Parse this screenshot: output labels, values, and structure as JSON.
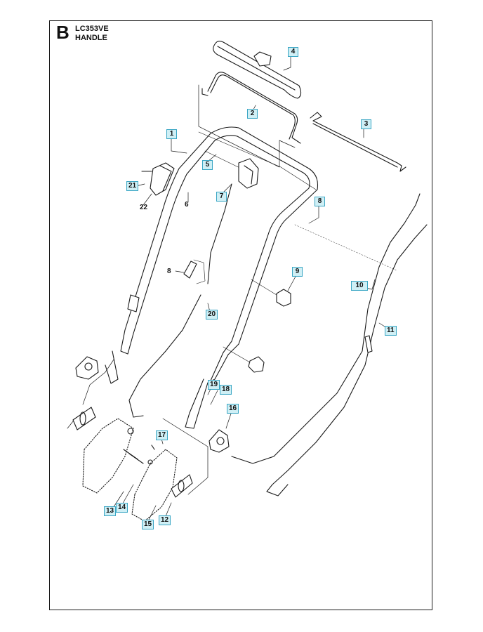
{
  "header": {
    "section": "B",
    "model": "LC353VE",
    "title": "HANDLE"
  },
  "callouts": {
    "c1": "1",
    "c2": "2",
    "c3": "3",
    "c4": "4",
    "c5": "5",
    "c6": "6",
    "c7": "7",
    "c8a": "8",
    "c8b": "8",
    "c9": "9",
    "c10": "10",
    "c11": "11",
    "c12": "12",
    "c13": "13",
    "c14": "14",
    "c15": "15",
    "c16": "16",
    "c17": "17",
    "c18": "18",
    "c19": "19",
    "c20": "20",
    "c21": "21",
    "c22": "22"
  },
  "colors": {
    "callout_fill": "#cfeff5",
    "callout_border": "#3aa6c4",
    "line": "#1a1a1a"
  }
}
